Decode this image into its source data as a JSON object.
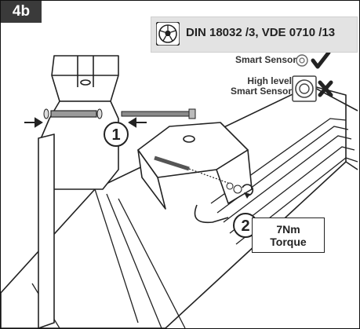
{
  "step_label": "4b",
  "norm_label": "DIN 18032 /3, VDE 0710 /13",
  "sensors": {
    "smart": {
      "label": "Smart Sensor",
      "status": "allowed",
      "status_icon": "checkmark-icon"
    },
    "high_level": {
      "line1": "High level",
      "line2": "Smart Sensor",
      "status": "not allowed",
      "status_icon": "cross-icon"
    }
  },
  "callouts": {
    "one": "1",
    "two": "2"
  },
  "torque": {
    "value": "7Nm",
    "label": "Torque"
  },
  "colors": {
    "ink": "#222222",
    "tag_bg": "#3a3a3a",
    "box_bg": "#e3e3e3",
    "white": "#ffffff"
  }
}
